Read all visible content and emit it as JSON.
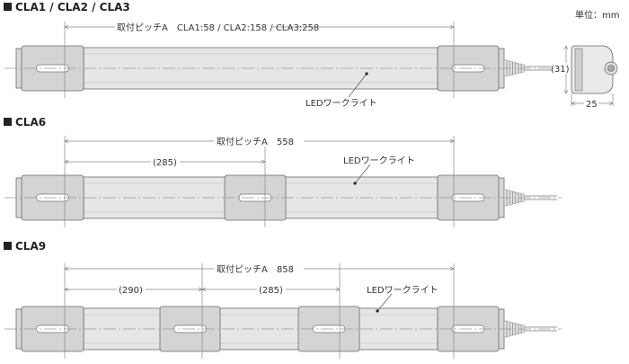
{
  "unit_label": "単位：mm",
  "sections": [
    {
      "title": "CLA1 / CLA2 / CLA3",
      "pitch_label": "取付ピッチA　CLA1:58 / CLA2:158 / CLA3:258",
      "led_label": "LEDワークライト",
      "side_height": "(31)",
      "side_width": "25"
    },
    {
      "title": "CLA6",
      "pitch_label": "取付ピッチA　558",
      "sub_dims": [
        "(285)"
      ],
      "led_label": "LEDワークライト"
    },
    {
      "title": "CLA9",
      "pitch_label": "取付ピッチA　858",
      "sub_dims": [
        "(290)",
        "(285)"
      ],
      "led_label": "LEDワークライト"
    }
  ],
  "colors": {
    "body": "#e6e6e8",
    "bracket": "#d4d4d6",
    "outline": "#6a6a6a"
  }
}
